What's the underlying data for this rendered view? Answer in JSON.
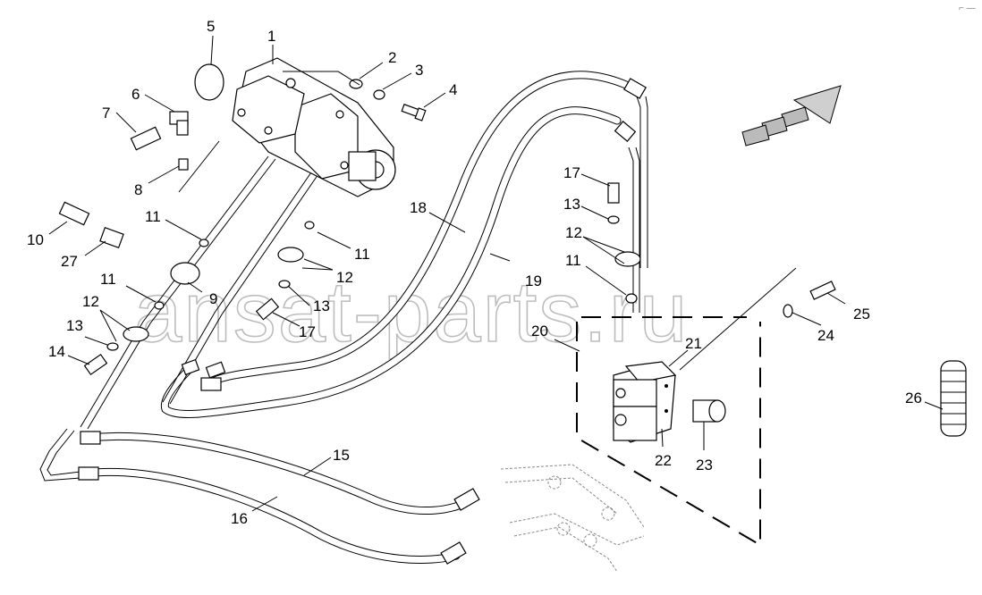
{
  "watermark": "ansat-parts.ru",
  "corner_mark": "⌐ —",
  "labels": {
    "l1": "1",
    "l2": "2",
    "l3": "3",
    "l4": "4",
    "l5": "5",
    "l6": "6",
    "l7": "7",
    "l8": "8",
    "l9": "9",
    "l10": "10",
    "l11a": "11",
    "l11b": "11",
    "l11c": "11",
    "l11d": "11",
    "l12a": "12",
    "l12b": "12",
    "l12c": "12",
    "l13a": "13",
    "l13b": "13",
    "l13c": "13",
    "l14": "14",
    "l15": "15",
    "l16": "16",
    "l17a": "17",
    "l17b": "17",
    "l18": "18",
    "l19": "19",
    "l20": "20",
    "l21": "21",
    "l22": "22",
    "l23": "23",
    "l24": "24",
    "l25": "25",
    "l26": "26",
    "l27": "27"
  },
  "icons": {
    "direction_arrow": "direction-arrow-icon"
  }
}
